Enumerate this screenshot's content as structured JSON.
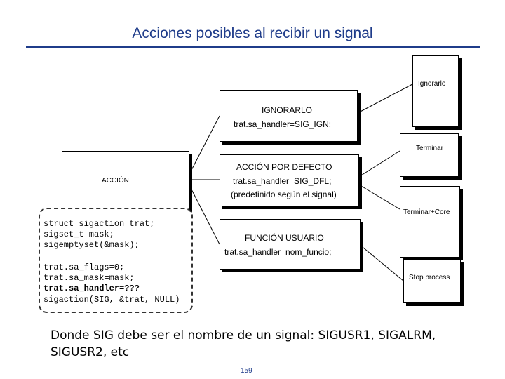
{
  "title": "Acciones posibles al recibir un signal",
  "accion": {
    "label": "ACCIÓN"
  },
  "code": {
    "line1": "struct sigaction trat;",
    "line2": "sigset_t mask;",
    "line3": "sigemptyset(&mask);",
    "line4": "trat.sa_flags=0;",
    "line5": "trat.sa_mask=mask;",
    "line6": "trat.sa_handler=???",
    "line7": "sigaction(SIG, &trat, NULL)"
  },
  "ignorar": {
    "title": "IGNORARLO",
    "code": "trat.sa_handler=SIG_IGN;"
  },
  "defecto": {
    "title": "ACCIÓN POR DEFECTO",
    "code": "trat.sa_handler=SIG_DFL;",
    "note": "(predefinido según el signal)"
  },
  "usuario": {
    "title": "FUNCIÓN USUARIO",
    "code": "trat.sa_handler=nom_funcio;"
  },
  "outcomes": {
    "ignorarlo": "Ignorarlo",
    "terminar": "Terminar",
    "terminar_core": "Terminar+Core",
    "stop": "Stop process"
  },
  "footer": "Donde SIG debe ser el nombre de un signal: SIGUSR1, SIGALRM, SIGUSR2, etc",
  "page_number": "159"
}
